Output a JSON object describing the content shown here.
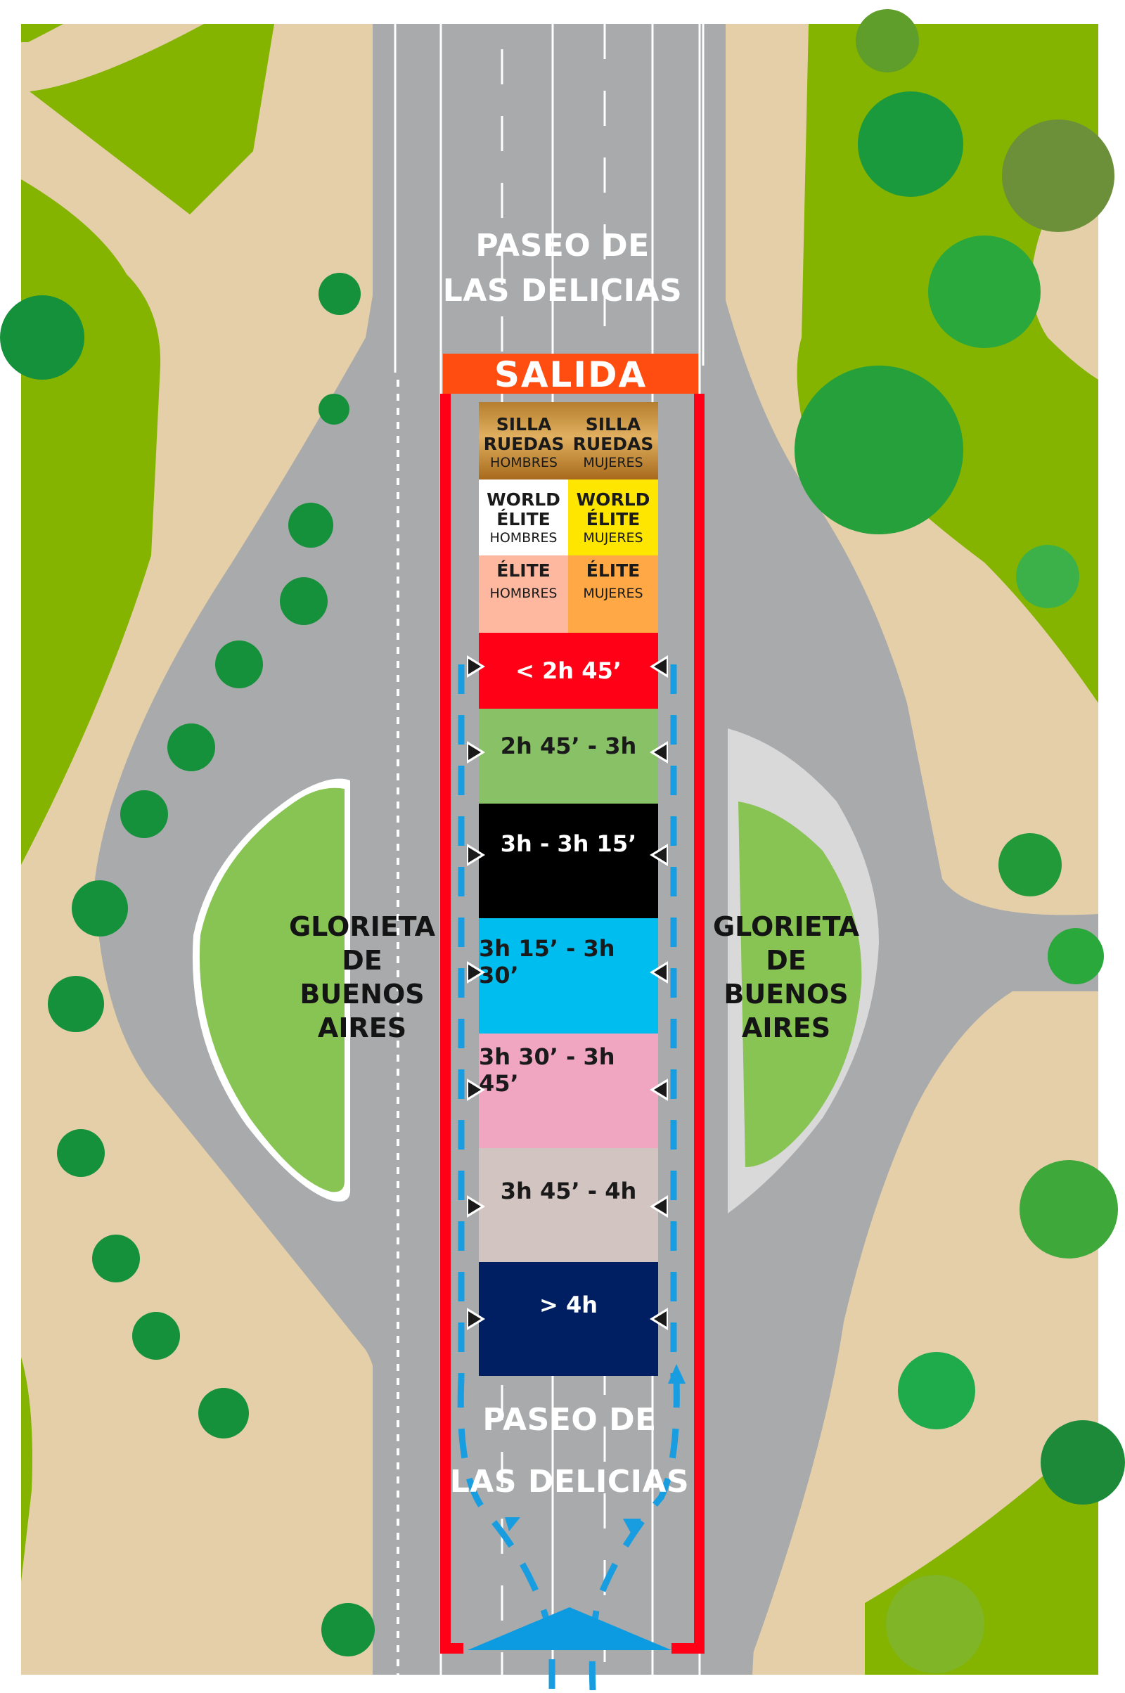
{
  "map": {
    "title": "Salida - Paseo de las Delicias",
    "colors": {
      "grass": "#84b400",
      "grass_light": "#88c453",
      "sand": "#e5cfa9",
      "road": "#a9aaab",
      "road_edge": "#d9d9d9",
      "barrier_red": "#ff0016",
      "salida_orange": "#ff4d12",
      "route_blue": "#189ee0"
    },
    "street_labels": {
      "top": {
        "line1": "PASEO DE",
        "line2": "LAS DELICIAS"
      },
      "bottom": {
        "line1": "PASEO DE",
        "line2": "LAS DELICIAS"
      }
    },
    "landmarks": {
      "left": {
        "line1": "GLORIETA",
        "line2": "DE",
        "line3": "BUENOS",
        "line4": "AIRES"
      },
      "right": {
        "line1": "GLORIETA",
        "line2": "DE",
        "line3": "BUENOS",
        "line4": "AIRES"
      }
    },
    "start": {
      "label": "SALIDA",
      "color": "#ff4d12"
    },
    "priority_boxes": [
      {
        "id": "silla-ruedas-hombres",
        "line1": "SILLA",
        "line2": "RUEDAS",
        "sub": "HOMBRES",
        "color": "#b07a2a"
      },
      {
        "id": "silla-ruedas-mujeres",
        "line1": "SILLA",
        "line2": "RUEDAS",
        "sub": "MUJERES",
        "color": "#b07a2a"
      },
      {
        "id": "world-elite-hombres",
        "line1": "WORLD",
        "line2": "ÉLITE",
        "sub": "HOMBRES",
        "color": "#ffffff"
      },
      {
        "id": "world-elite-mujeres",
        "line1": "WORLD",
        "line2": "ÉLITE",
        "sub": "MUJERES",
        "color": "#ffe600"
      },
      {
        "id": "elite-hombres",
        "line1": "ÉLITE",
        "line2": "",
        "sub": "HOMBRES",
        "color": "#ffb8a0"
      },
      {
        "id": "elite-mujeres",
        "line1": "ÉLITE",
        "line2": "",
        "sub": "MUJERES",
        "color": "#ffa845"
      }
    ],
    "corrals": [
      {
        "label": "< 2h 45’",
        "color": "#ff0016",
        "text_color": "#ffffff"
      },
      {
        "label": "2h 45’ - 3h",
        "color": "#89c266",
        "text_color": "#1a1a1a"
      },
      {
        "label": "3h - 3h 15’",
        "color": "#000000",
        "text_color": "#ffffff"
      },
      {
        "label": "3h 15’ - 3h 30’",
        "color": "#00bdf0",
        "text_color": "#1a1a1a"
      },
      {
        "label": "3h 30’ - 3h 45’",
        "color": "#f0a5c0",
        "text_color": "#1a1a1a"
      },
      {
        "label": "3h 45’ - 4h",
        "color": "#d2c5c1",
        "text_color": "#1a1a1a"
      },
      {
        "label": "> 4h",
        "color": "#001f63",
        "text_color": "#ffffff"
      }
    ],
    "icons": {
      "corral_entry": "triangle-arrow-icon",
      "entry_point": "blue-triangle-icon",
      "route": "dashed-route-arrow-icon"
    }
  }
}
